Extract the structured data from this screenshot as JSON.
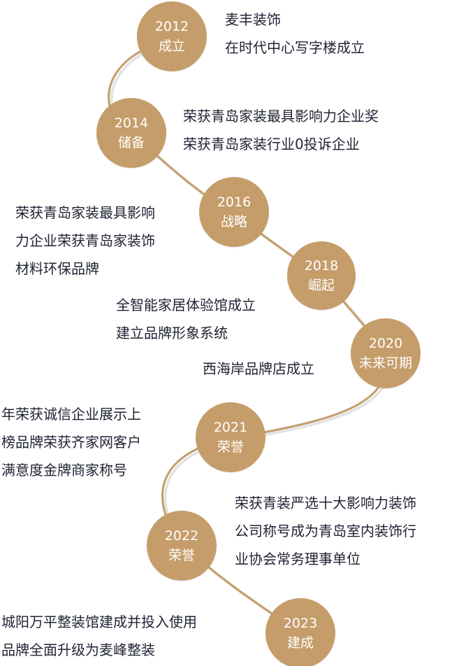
{
  "colors": {
    "accent": "#c59d6a",
    "text": "#1f2333",
    "shadow": "#e4e4e4"
  },
  "milestones": [
    {
      "year": "2012",
      "tag": "成立",
      "lines": [
        "麦丰装饰",
        "在时代中心写字楼成立"
      ]
    },
    {
      "year": "2014",
      "tag": "储备",
      "lines": [
        "荣获青岛家装最具影响力企业奖",
        "荣获青岛家装行业0投诉企业"
      ]
    },
    {
      "year": "2016",
      "tag": "战略",
      "lines": [
        "荣获青岛家装最具影响",
        "力企业荣获青岛家装饰",
        "材料环保品牌"
      ]
    },
    {
      "year": "2018",
      "tag": "崛起",
      "lines": [
        "全智能家居体验馆成立",
        "建立品牌形象系统"
      ]
    },
    {
      "year": "2020",
      "tag": "未来可期",
      "lines": [
        "西海岸品牌店成立"
      ]
    },
    {
      "year": "2021",
      "tag": "荣誉",
      "lines": [
        "年荣获诚信企业展示上",
        "榜品牌荣获齐家网客户",
        "满意度金牌商家称号"
      ]
    },
    {
      "year": "2022",
      "tag": "荣誉",
      "lines": [
        "荣获青装严选十大影响力装饰",
        "公司称号成为青岛室内装饰行",
        "业协会常务理事单位"
      ]
    },
    {
      "year": "2023",
      "tag": "建成",
      "lines": [
        "城阳万平整装馆建成并投入使用",
        "品牌全面升级为麦峰整装"
      ]
    }
  ]
}
